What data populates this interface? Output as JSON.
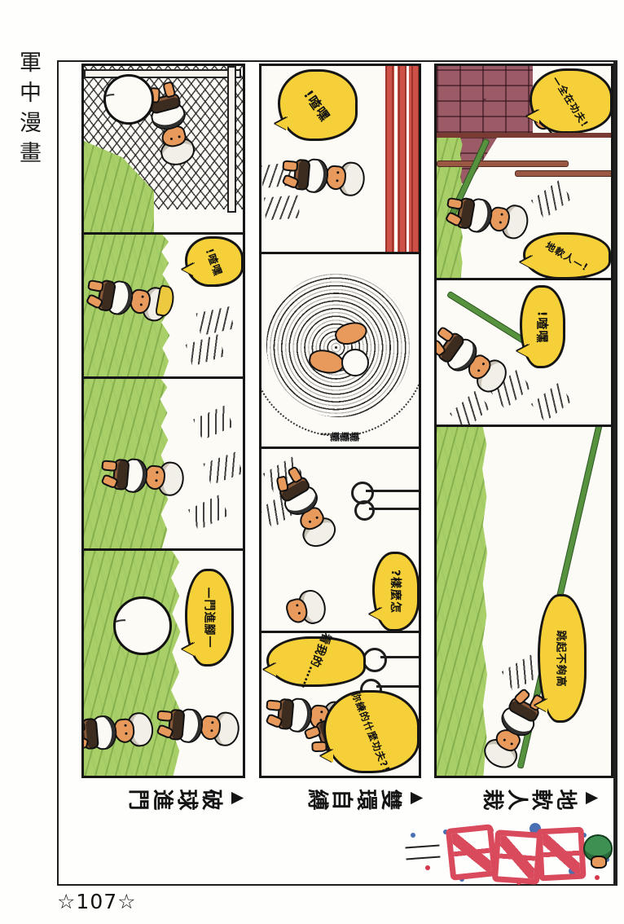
{
  "page": {
    "margin_title": "軍中漫畫",
    "page_number": "☆107☆"
  },
  "captions": {
    "marker": "▲",
    "right": "地軟人栽",
    "middle": "雙環自縛",
    "left": "破球進門"
  },
  "bubbles": {
    "right_p1": "—全在功夫!",
    "right_p2": "地軟人—!",
    "right_p3": "嘿喳!",
    "right_p4": "跳起不夠高",
    "middle_p1": "嘿喳!",
    "middle_p2_sfx": "轆轆轆…",
    "middle_p3": "怎麼樣?",
    "middle_p4_a": "看我的……",
    "middle_p4_b": "你練的什麼功夫?!",
    "left_p2": "嘿喳!",
    "left_p4": "一腳進門—"
  },
  "colors": {
    "bubble_yellow": "#f5d038",
    "grass_green": "#a9d068",
    "brick_wall": "#9a5b66",
    "wood_red": "#cd5147",
    "skin": "#e79a5b",
    "logo_red": "#d84a5c",
    "logo_helmet_green": "#3d8f52"
  }
}
